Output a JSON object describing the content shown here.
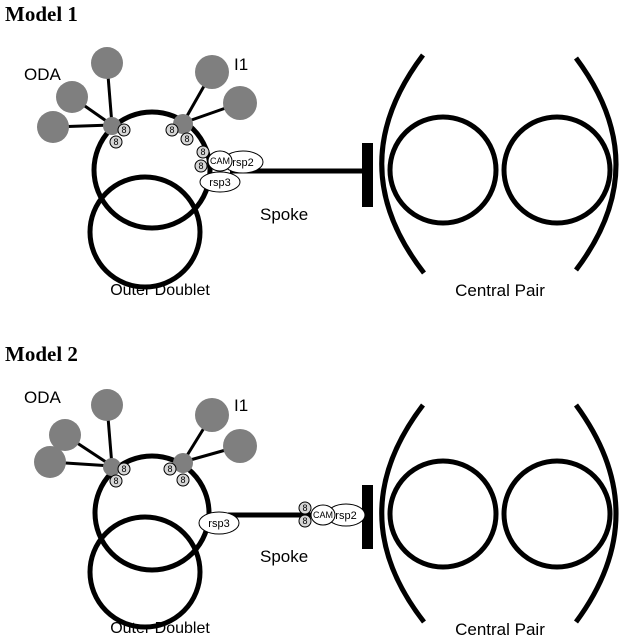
{
  "models": [
    {
      "title": "Model 1",
      "labels": {
        "oda": "ODA",
        "i1": "I1",
        "spoke": "Spoke",
        "outer_doublet": "Outer Doublet",
        "central_pair": "Central Pair",
        "lc8": "8",
        "cam": "CAM",
        "rsp2": "rsp2",
        "rsp3": "rsp3"
      }
    },
    {
      "title": "Model 2",
      "labels": {
        "oda": "ODA",
        "i1": "I1",
        "spoke": "Spoke",
        "outer_doublet": "Outer Doublet",
        "central_pair": "Central Pair",
        "lc8": "8",
        "cam": "CAM",
        "rsp2": "rsp2",
        "rsp3": "rsp3"
      }
    }
  ],
  "colors": {
    "dynein_head": "#7f7f7f",
    "lc8_protein": "#d6d6d6",
    "line": "#000000",
    "background": "#ffffff"
  }
}
